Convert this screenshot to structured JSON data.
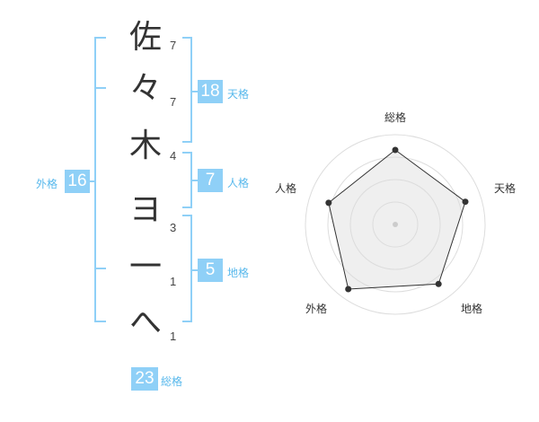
{
  "name_chars": [
    "佐",
    "々",
    "木",
    "ヨ",
    "一",
    "へ"
  ],
  "stroke_counts": [
    "7",
    "7",
    "4",
    "3",
    "1",
    "1"
  ],
  "kaku": {
    "tenkaku": {
      "value": "18",
      "label": "天格"
    },
    "jinkaku": {
      "value": "7",
      "label": "人格"
    },
    "chikaku": {
      "value": "5",
      "label": "地格"
    },
    "gaikaku": {
      "value": "16",
      "label": "外格"
    },
    "soukaku": {
      "value": "23",
      "label": "総格"
    }
  },
  "colors": {
    "accent": "#8fd0f7",
    "bracket": "#8fd0f7",
    "label": "#57b8ec"
  },
  "chart_data": {
    "type": "radar",
    "axes": [
      "総格",
      "天格",
      "地格",
      "外格",
      "人格"
    ],
    "values": [
      0.83,
      0.82,
      0.82,
      0.89,
      0.78
    ],
    "rings": 4
  }
}
